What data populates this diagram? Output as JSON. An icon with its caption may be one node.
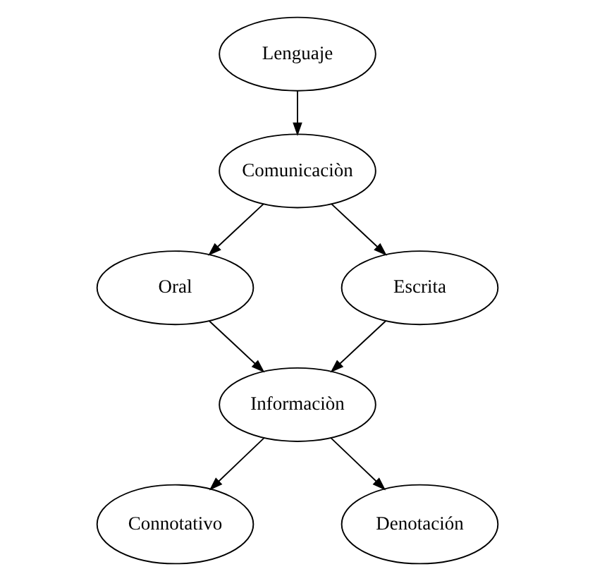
{
  "diagram": {
    "nodes": [
      {
        "text": [
          "Lenguaje"
        ]
      },
      {
        "text": [
          "Comunicaciòn"
        ]
      },
      {
        "text": [
          "Oral"
        ]
      },
      {
        "text": [
          "Escrita"
        ]
      },
      {
        "text": [
          "Informaciòn"
        ]
      },
      {
        "text": [
          "Connotativo"
        ]
      },
      {
        "text": [
          "Denotación"
        ]
      }
    ],
    "edges": [
      {
        "from": 0,
        "to": 1,
        "arrow": "to"
      },
      {
        "from": 1,
        "to": 2,
        "arrow": "to"
      },
      {
        "from": 1,
        "to": 3,
        "arrow": "to"
      },
      {
        "from": 2,
        "to": 4,
        "arrow": "to"
      },
      {
        "from": 3,
        "to": 4,
        "arrow": "to"
      },
      {
        "from": 4,
        "to": 5,
        "arrow": "to"
      },
      {
        "from": 4,
        "to": 6,
        "arrow": "to"
      }
    ]
  }
}
